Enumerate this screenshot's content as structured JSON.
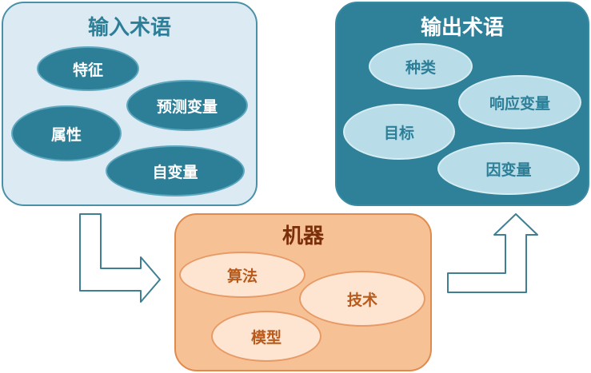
{
  "input": {
    "title": "输入术语",
    "terms": [
      "特征",
      "预测变量",
      "属性",
      "自变量"
    ]
  },
  "output": {
    "title": "输出术语",
    "terms": [
      "种类",
      "响应变量",
      "目标",
      "因变量"
    ]
  },
  "machine": {
    "title": "机器",
    "terms": [
      "算法",
      "技术",
      "模型"
    ]
  },
  "colors": {
    "input_fill": "#dcebf3",
    "input_accent": "#2d7f98",
    "output_fill": "#2f8099",
    "output_ellipse": "#b9dde8",
    "machine_fill": "#f7c196",
    "machine_ellipse": "#fde5d2",
    "machine_title": "#7a2f08"
  }
}
